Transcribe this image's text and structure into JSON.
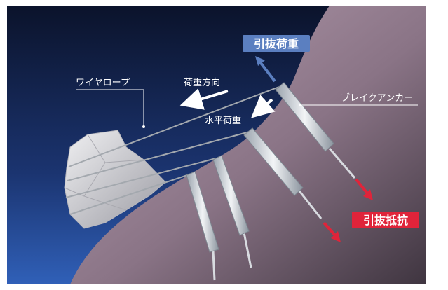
{
  "labels": {
    "wire_rope": "ワイヤロープ",
    "load_direction": "荷重方向",
    "horizontal_load": "水平荷重",
    "pullout_load": "引抜荷重",
    "brake_anchor": "ブレイクアンカー",
    "pullout_resistance": "引抜抵抗"
  },
  "colors": {
    "sky_top": "#0c1530",
    "sky_bottom": "#2e55a8",
    "slope_light": "#b59aac",
    "slope_dark": "#443a44",
    "rock": "#d6d6da",
    "wire": "#9aa0a6",
    "anchor": "#d9dde2",
    "pullout_badge": "#5b7fc0",
    "resistance_badge": "#e0243a",
    "resistance_arrow": "#e0243a"
  }
}
